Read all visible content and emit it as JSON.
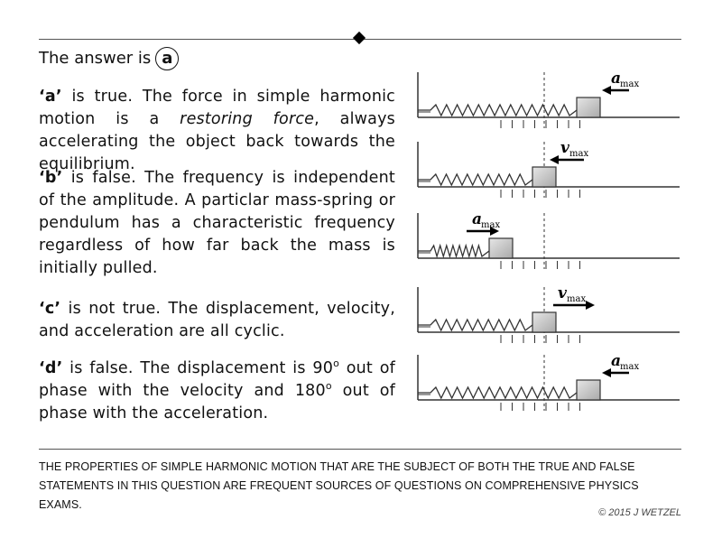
{
  "answer": {
    "prefix": "The answer is",
    "choice": "a"
  },
  "paragraphs": {
    "a": {
      "tag": "‘a’",
      "text1": " is true.  The force in simple harmonic motion is a ",
      "emph": "restoring force",
      "text2": ", always accelerating the object back towards the equilibrium."
    },
    "b": {
      "tag": "‘b’",
      "text": " is false.  The frequency is independent of the amplitude.  A particlar mass-spring or pendulum has a characteristic frequency regardless of how far back the mass is initially pulled."
    },
    "c": {
      "tag": "‘c’",
      "text": " is not true.  The displacement, velocity, and acceleration are all cyclic."
    },
    "d": {
      "tag": "‘d’",
      "text1": " is false.  The displacement is 90",
      "deg1": "o",
      "text2": " out of phase with the velocity and 180",
      "deg2": "o",
      "text3": " out of phase with the acceleration."
    }
  },
  "diagram": {
    "panels": [
      {
        "label_main": "a",
        "label_sub": "max",
        "arrow": "left"
      },
      {
        "label_main": "v",
        "label_sub": "max",
        "arrow": "left"
      },
      {
        "label_main": "a",
        "label_sub": "max",
        "arrow": "right"
      },
      {
        "label_main": "v",
        "label_sub": "max",
        "arrow": "right"
      },
      {
        "label_main": "a",
        "label_sub": "max",
        "arrow": "left"
      }
    ]
  },
  "footnote": "The properties of simple harmonic motion that are the subject of both the true and false statements in this question are frequent sources of questions on comprehensive physics exams.",
  "copyright": "© 2015 J WETZEL"
}
